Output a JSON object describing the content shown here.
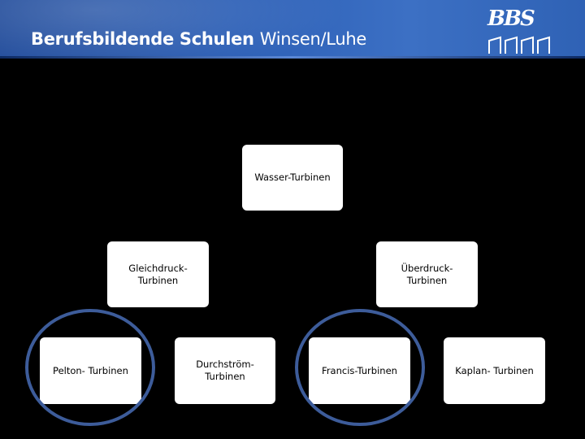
{
  "header": {
    "school_name": "Berufsbildende Schulen",
    "school_city": "Winsen/Luhe",
    "logo_text": "BBS"
  },
  "colors": {
    "header_blue": "#2c5fb6",
    "ring": "#3d5c9a",
    "background": "#000000",
    "box": "#ffffff"
  },
  "diagram": {
    "root": "Wasser-Turbinen",
    "gleichdruck": {
      "line1": "Gleichdruck-",
      "line2": "Turbinen"
    },
    "ueberdruck": {
      "line1": "Überdruck-",
      "line2": "Turbinen"
    },
    "pelton": "Pelton- Turbinen",
    "durchstroem": {
      "line1": "Durchström-",
      "line2": "Turbinen"
    },
    "francis": "Francis-Turbinen",
    "kaplan": "Kaplan- Turbinen"
  }
}
